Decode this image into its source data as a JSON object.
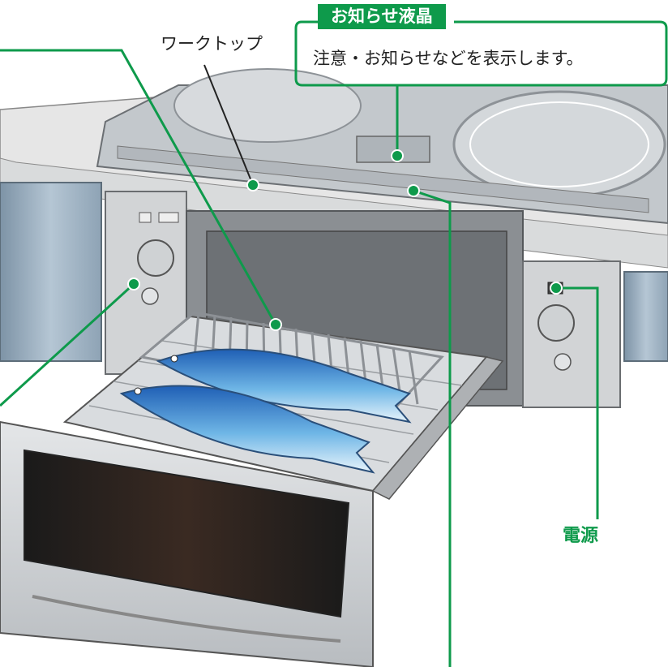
{
  "callout": {
    "title": "お知らせ液晶",
    "description": "注意・お知らせなどを表示します。"
  },
  "labels": {
    "worktop": "ワークトップ",
    "power": "電源"
  },
  "colors": {
    "accent_green": "#0e9a4b",
    "panel_gray": "#c9cdd0",
    "cabinet_blue": "#9fb3c4",
    "fish_blue": "#3a78c9"
  }
}
